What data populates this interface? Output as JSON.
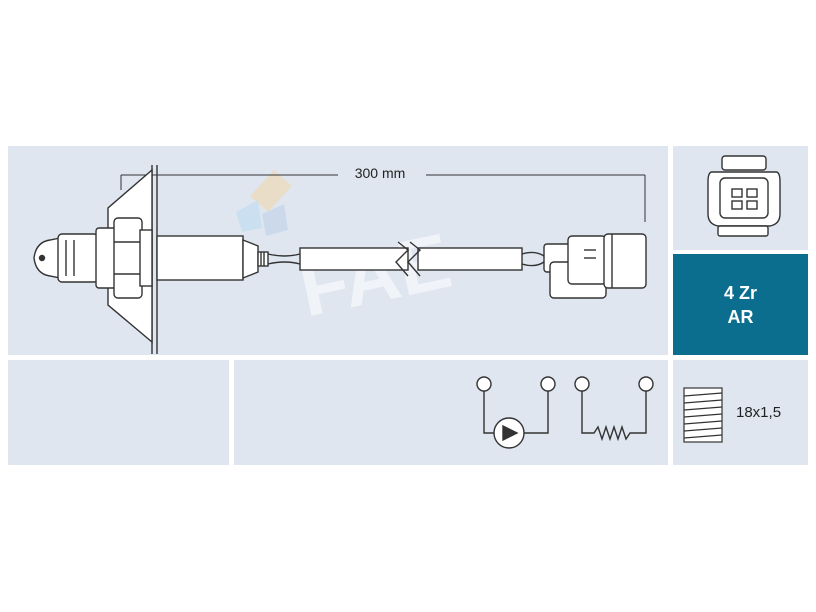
{
  "sensor_view": {
    "length_label": "300 mm"
  },
  "spec_panel": {
    "line1": "4 Zr",
    "line2": "AR",
    "background_color": "#0b6e8e"
  },
  "thread_panel": {
    "thread_label": "18x1,5"
  },
  "watermark": {
    "text": "FAE"
  },
  "icons": [
    "lambda-sensor-drawing",
    "connector-4pin-icon",
    "heater-wiring-schematic",
    "thread-icon"
  ]
}
